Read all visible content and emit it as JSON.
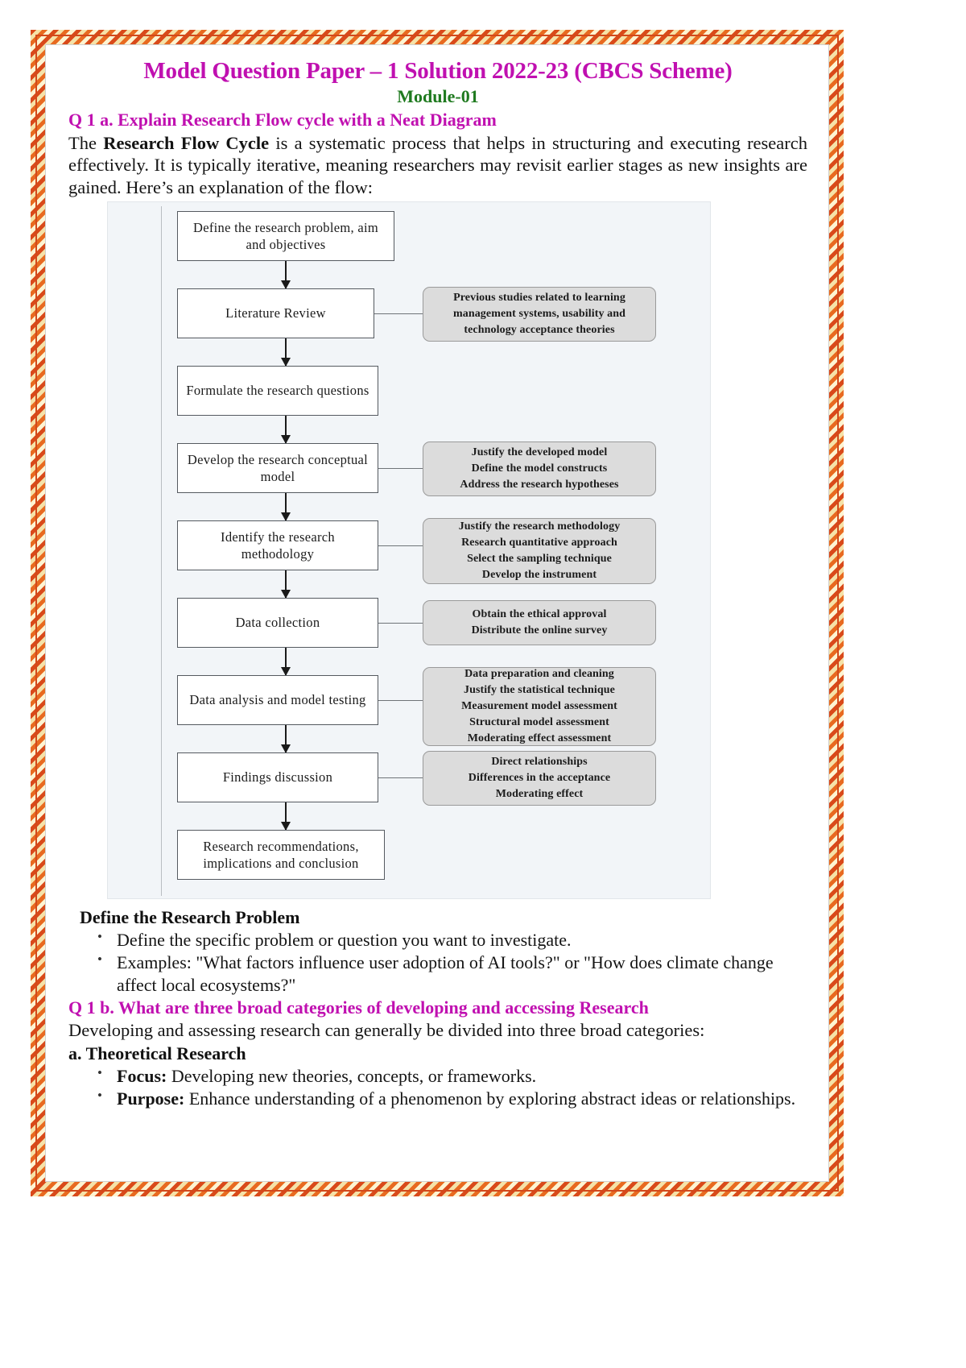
{
  "document": {
    "title": "Model Question Paper – 1 Solution 2022-23 (CBCS Scheme)",
    "module": "Module-01",
    "title_color": "#c010b0",
    "module_color": "#1f7a1f",
    "border_colors": [
      "#d94a1a",
      "#f5e2a8",
      "#e86a20",
      "#fdf4d2"
    ]
  },
  "q1a": {
    "heading": "Q 1 a. Explain Research Flow cycle with a Neat Diagram",
    "intro_lead": "The ",
    "intro_bold": "Research Flow Cycle",
    "intro_rest": " is a systematic process that helps in structuring and executing research effectively. It is typically iterative, meaning researchers may revisit earlier stages as new insights are gained. Here’s an explanation of the flow:"
  },
  "flowchart": {
    "nodes": [
      {
        "id": "define",
        "label": "Define the research problem, aim and objectives"
      },
      {
        "id": "literature",
        "label": "Literature Review"
      },
      {
        "id": "formulate",
        "label": "Formulate the research questions"
      },
      {
        "id": "conceptual",
        "label": "Develop the research conceptual model"
      },
      {
        "id": "methodology",
        "label": "Identify the research methodology"
      },
      {
        "id": "collection",
        "label": "Data collection"
      },
      {
        "id": "analysis",
        "label": "Data analysis and model testing"
      },
      {
        "id": "findings",
        "label": "Findings discussion"
      },
      {
        "id": "recommendations",
        "label": "Research recommendations, implications and conclusion"
      }
    ],
    "notes": [
      {
        "id": "note-literature",
        "lines": [
          "Previous studies related to learning",
          "management systems, usability and",
          "technology acceptance theories"
        ]
      },
      {
        "id": "note-conceptual",
        "lines": [
          "Justify the developed model",
          "Define the model constructs",
          "Address the research hypotheses"
        ]
      },
      {
        "id": "note-methodology",
        "lines": [
          "Justify the research methodology",
          "Research quantitative approach",
          "Select the sampling technique",
          "Develop the instrument"
        ]
      },
      {
        "id": "note-collection",
        "lines": [
          "Obtain the ethical approval",
          "Distribute the online survey"
        ]
      },
      {
        "id": "note-analysis",
        "lines": [
          "Data preparation and cleaning",
          "Justify the statistical technique",
          "Measurement model assessment",
          "Structural model assessment",
          "Moderating effect assessment"
        ]
      },
      {
        "id": "note-findings",
        "lines": [
          "Direct relationships",
          "Differences in the acceptance",
          "Moderating effect"
        ]
      }
    ]
  },
  "define_problem": {
    "heading": "Define the Research Problem",
    "bullets": [
      {
        "text": "Define the specific problem or question you want to investigate."
      },
      {
        "text": "Examples: \"What factors influence user adoption of AI tools?\" or \"How does climate change affect local ecosystems?\""
      }
    ]
  },
  "q1b": {
    "heading": "Q 1 b. What are three broad categories of developing and accessing Research",
    "intro": "Developing and assessing research can generally be divided into three broad categories:",
    "category_a": "a. Theoretical Research",
    "bullets": [
      {
        "bold": "Focus:",
        "text": " Developing new theories, concepts, or frameworks."
      },
      {
        "bold": "Purpose:",
        "text": " Enhance understanding of a phenomenon by exploring abstract ideas or relationships."
      }
    ]
  }
}
